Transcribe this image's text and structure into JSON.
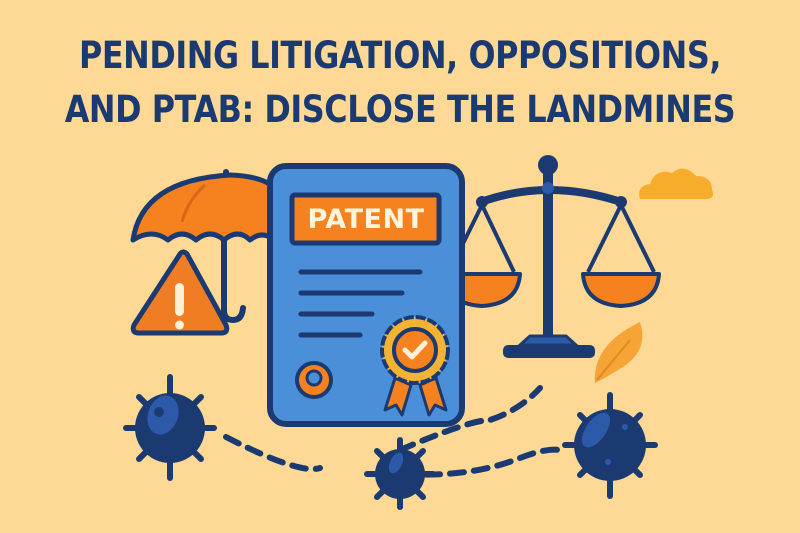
{
  "title": {
    "line1": "PENDING LITIGATION, OPPOSITIONS,",
    "line2": "AND PTAB: DISCLOSE THE LANDMINES"
  },
  "document": {
    "label": "PATENT"
  },
  "icons": [
    "umbrella-icon",
    "warning-triangle-icon",
    "patent-document-icon",
    "award-ribbon-icon",
    "scales-of-justice-icon",
    "cloud-icon",
    "leaf-icon",
    "landmine-icon"
  ],
  "colors": {
    "background": "#fdd995",
    "navy": "#1b3a72",
    "orange": "#f5821f",
    "blue": "#4a8fd8",
    "gold": "#f5b335"
  }
}
